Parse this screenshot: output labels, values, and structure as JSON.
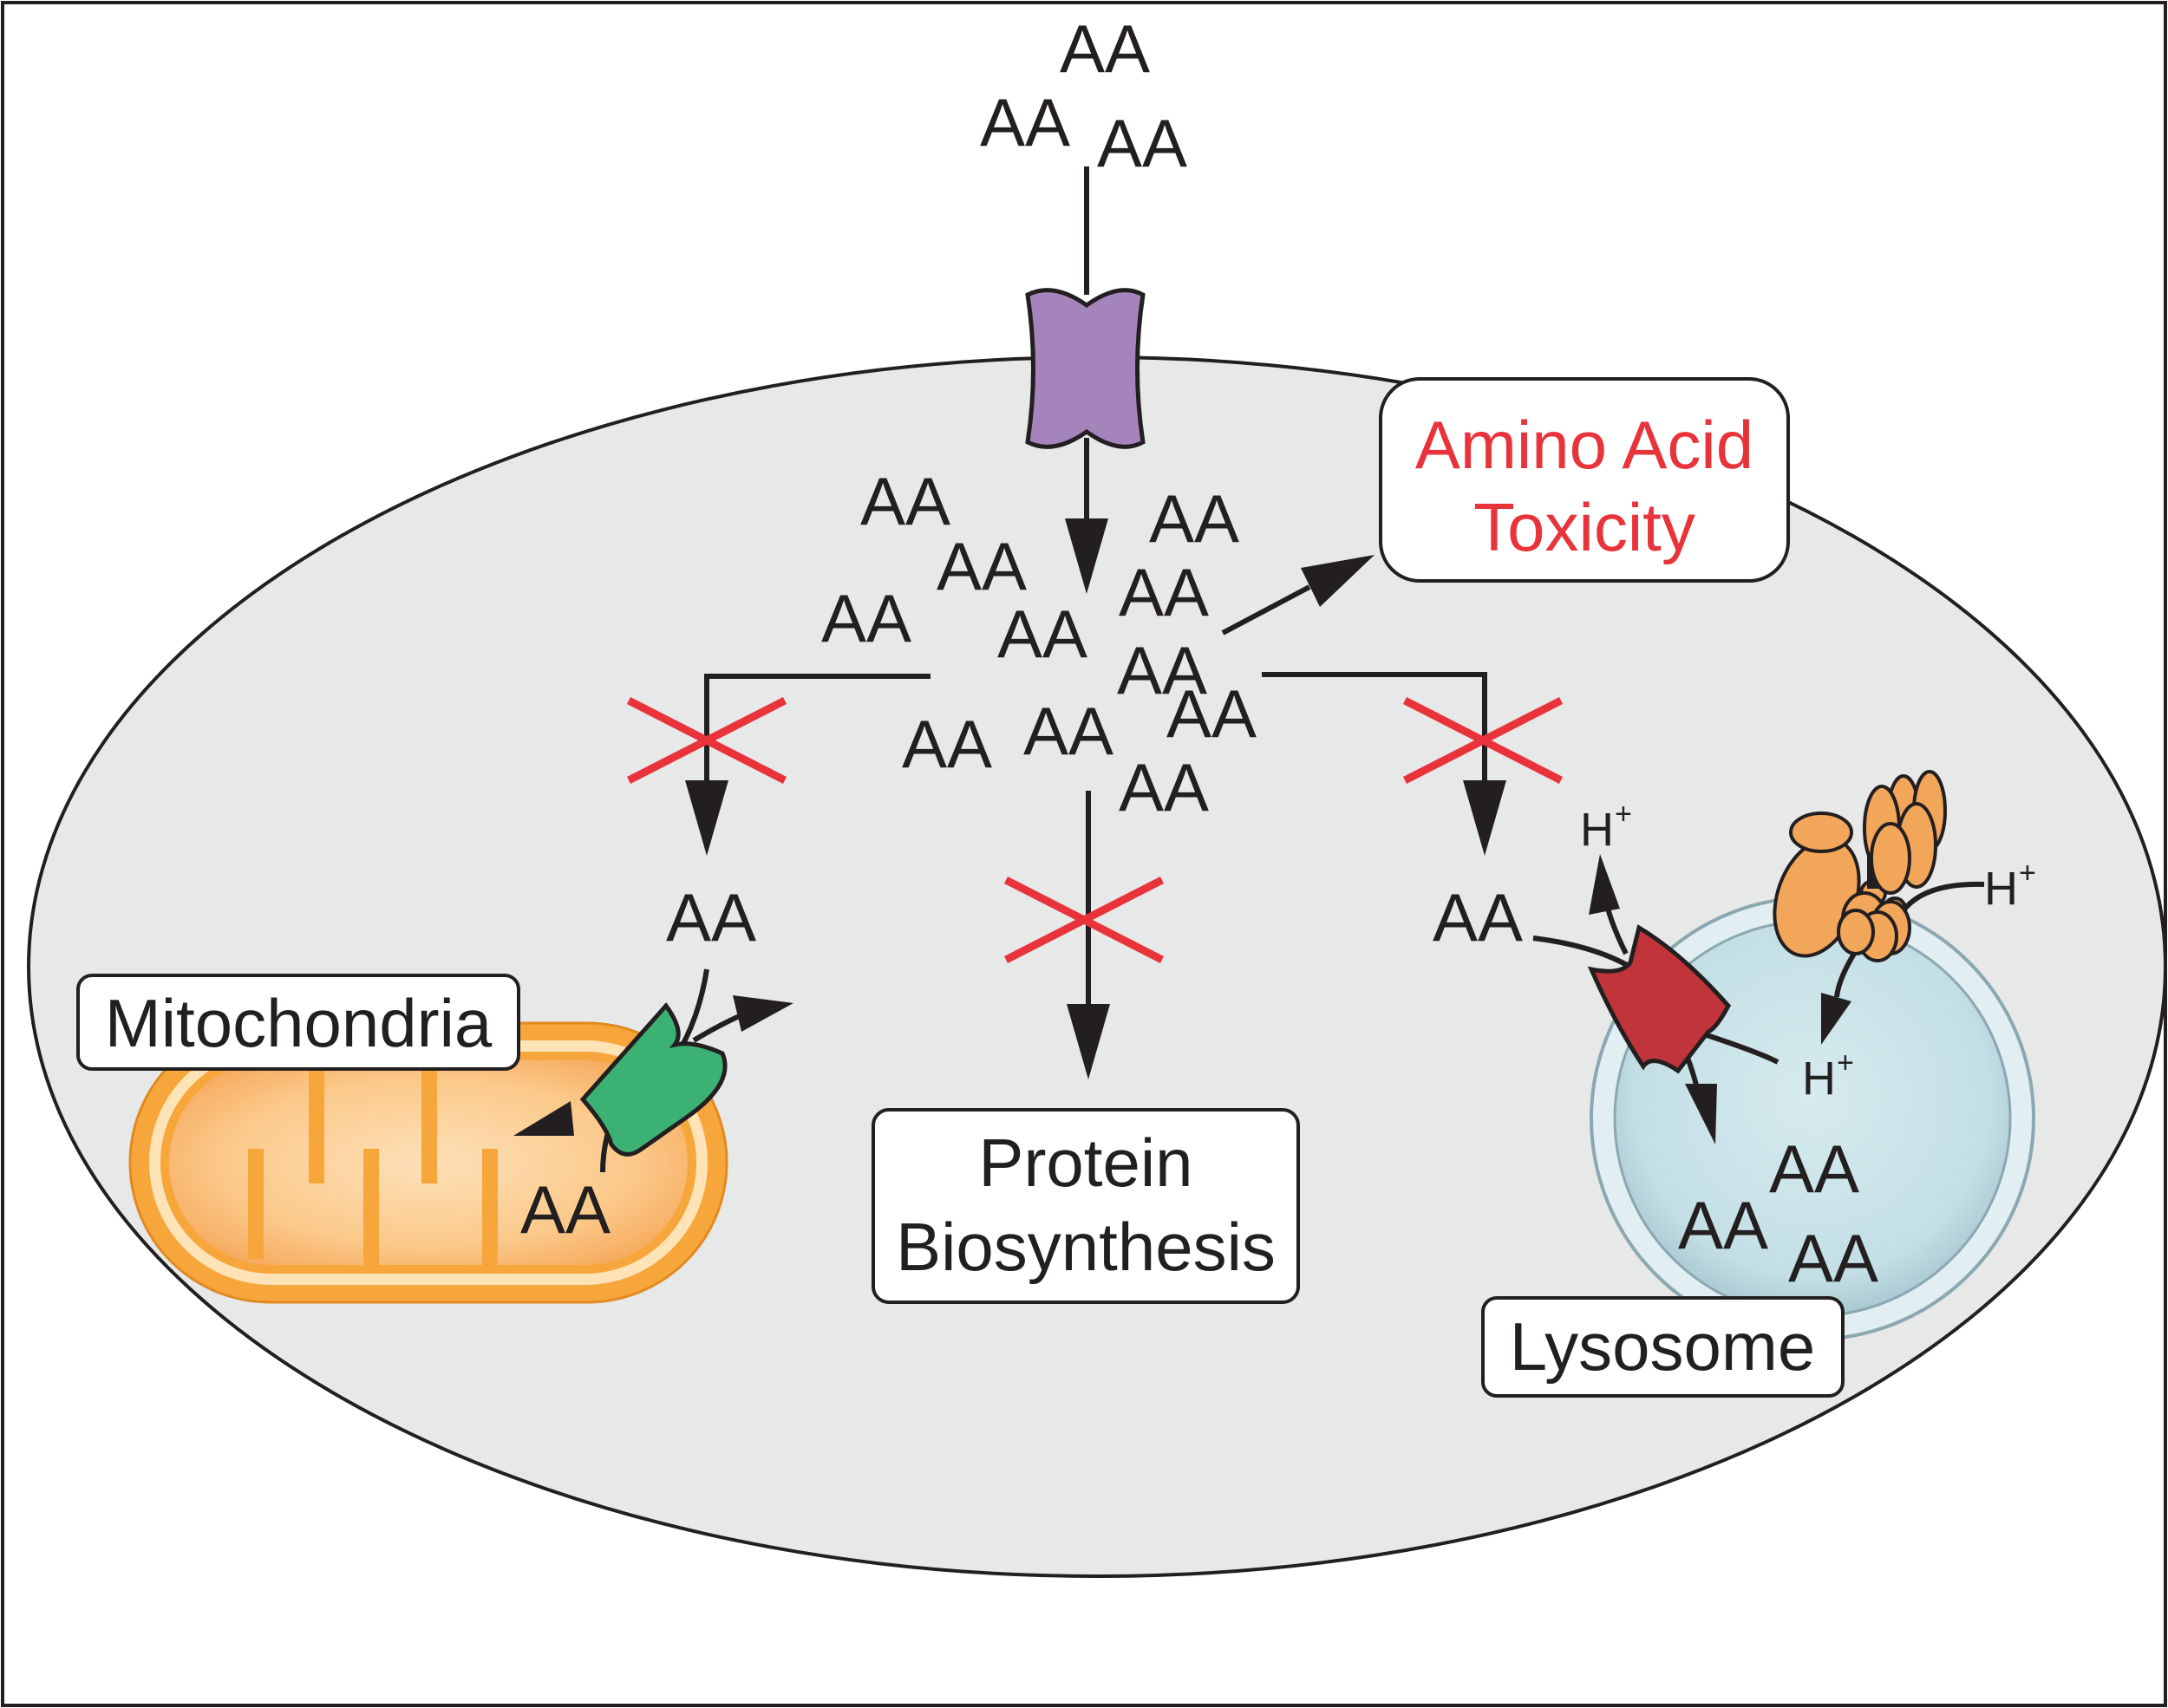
{
  "labels": {
    "toxicity": [
      "Amino Acid",
      "Toxicity"
    ],
    "mitochondria": "Mitochondria",
    "protein": [
      "Protein",
      "Biosynthesis"
    ],
    "lysosome": "Lysosome"
  },
  "amino_acid_label": "AA",
  "proton": {
    "base": "H",
    "charge": "+"
  },
  "colors": {
    "cell": "#e7e8e8",
    "outline": "#231f20",
    "inhibition": "#e8333b",
    "toxicity_text": "#e8333b",
    "plasma_transporter": "#a584bc",
    "mito_transporter": "#3bb273",
    "lyso_transporter": "#c1343b",
    "mitochondria": "#f7a63c",
    "lysosome": "#cfe7ec",
    "atpase": "#f2a65a"
  }
}
